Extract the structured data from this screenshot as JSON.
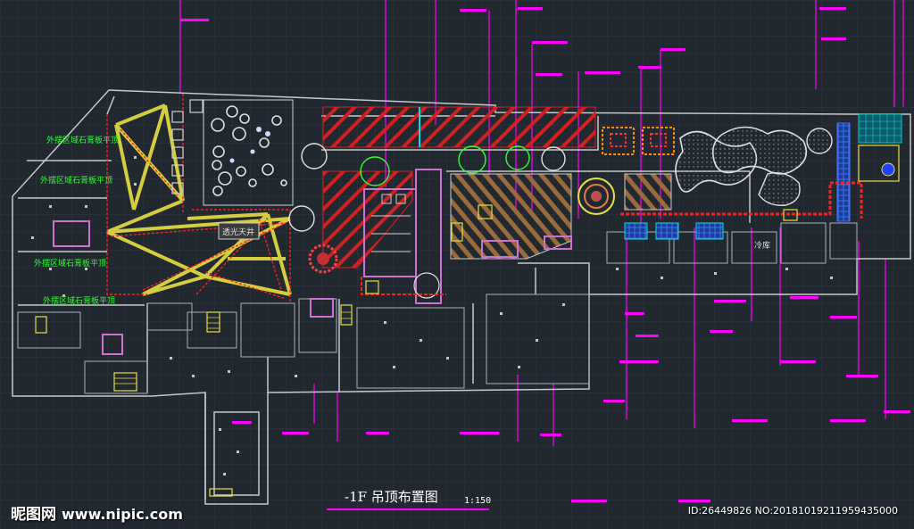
{
  "drawing": {
    "title": "-1F 吊顶布置图",
    "scale": "1:150",
    "zone_labels": [
      "外摆区域石膏板平顶",
      "外摆区域石膏板平顶",
      "外摆区域石膏板平顶",
      "外摆区域石膏板平顶"
    ],
    "center_label": "透光天井",
    "right_label": "冷库"
  },
  "watermark": {
    "logo": "昵图网",
    "site": "www.nipic.com",
    "id_text": "ID:26449826 NO:20181019211959435000"
  },
  "colors": {
    "background": "#212830",
    "outline": "#c8c8c8",
    "magenta": "#ff00ff",
    "red": "#ff2020",
    "yellow": "#e8e040",
    "green": "#33ff33",
    "cyan": "#00e0e0",
    "blue": "#2060ff"
  }
}
